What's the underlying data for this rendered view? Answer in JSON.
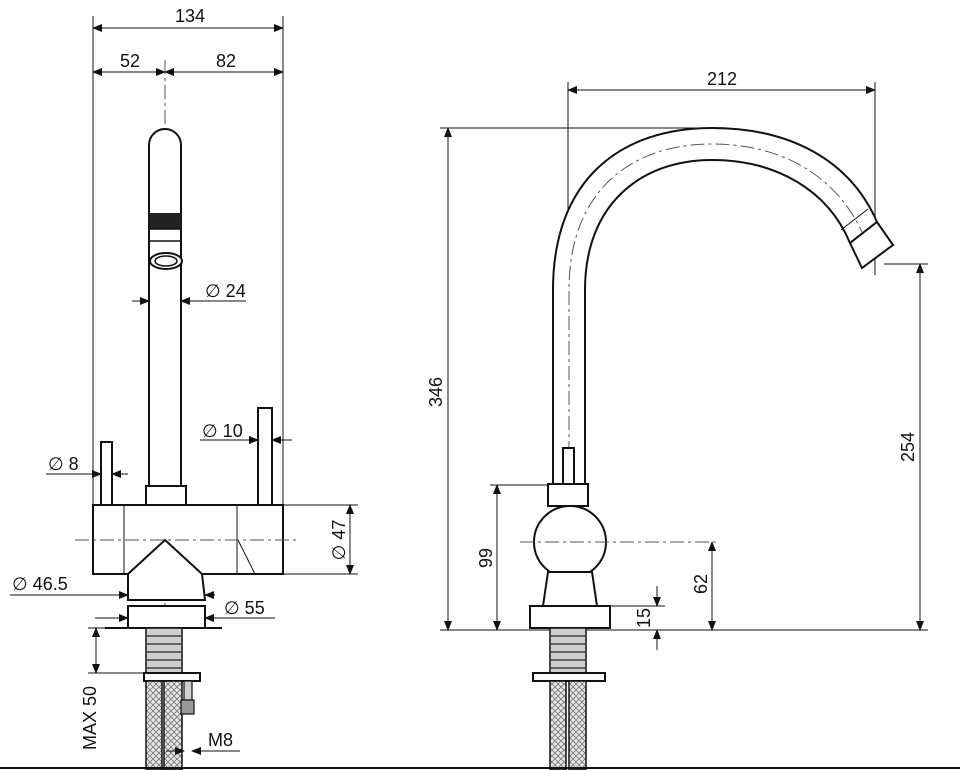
{
  "front_view": {
    "dim_total_width": "134",
    "dim_left_offset": "52",
    "dim_right_offset": "82",
    "dim_spout_diameter": "∅ 24",
    "dim_hot_lever_diameter": "∅ 10",
    "dim_cold_lever_diameter": "∅ 8",
    "dim_body_diameter": "∅ 47",
    "dim_collar_diameter": "∅ 46.5",
    "dim_base_diameter": "∅ 55",
    "dim_max_worktop": "MAX 50",
    "dim_thread": "M8"
  },
  "side_view": {
    "dim_reach": "212",
    "dim_total_height": "346",
    "dim_spout_height": "254",
    "dim_lever_height": "99",
    "dim_body_center": "62",
    "dim_base_height": "15"
  }
}
